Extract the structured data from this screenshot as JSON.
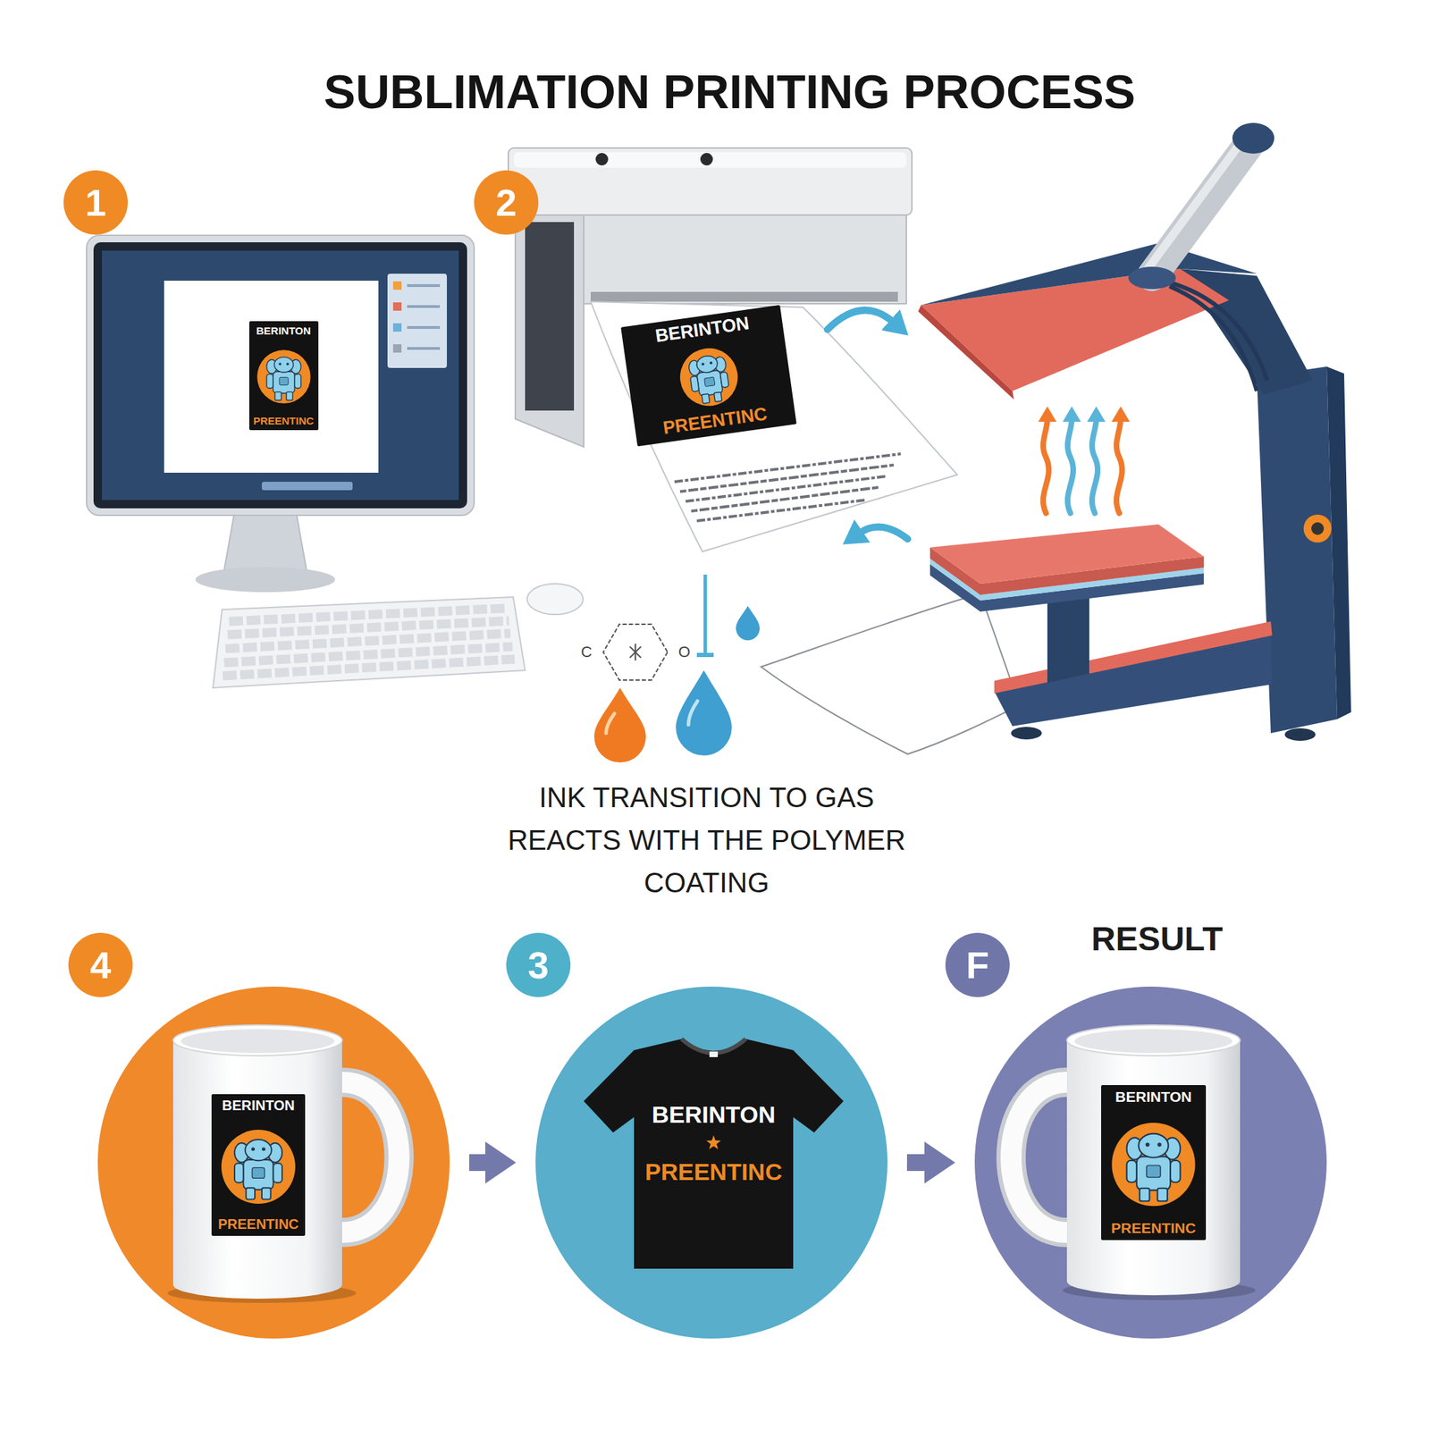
{
  "diagram": {
    "title": "SUBLIMATION PRINTING PROCESS",
    "nodes": [
      {
        "text": [
          "1"
        ]
      },
      {
        "text": [
          "2"
        ]
      },
      {
        "text": [
          "BERINTON",
          "PREENTINC"
        ]
      },
      {
        "text": [
          "BERINTON",
          "PREENTINC"
        ]
      },
      {
        "text": [
          "4"
        ]
      },
      {
        "text": [
          "BERINTON",
          "PREENTINC"
        ],
        "in": 4
      },
      {
        "text": [
          "3"
        ]
      },
      {
        "text": [
          "BERINTON",
          "PREENTINC"
        ],
        "in": 6
      },
      {
        "text": [
          "F",
          "RESULT"
        ]
      },
      {
        "text": [
          "BERINTON",
          "PREENTINC"
        ],
        "in": 8
      }
    ],
    "edges": [
      {
        "from": 4,
        "to": 6,
        "arrow": "to"
      },
      {
        "from": 6,
        "to": 8,
        "arrow": "to"
      }
    ],
    "labels": [
      "C",
      "O",
      "INK TRANSITION TO GAS REACTS WITH THE POLYMER COATING"
    ]
  }
}
